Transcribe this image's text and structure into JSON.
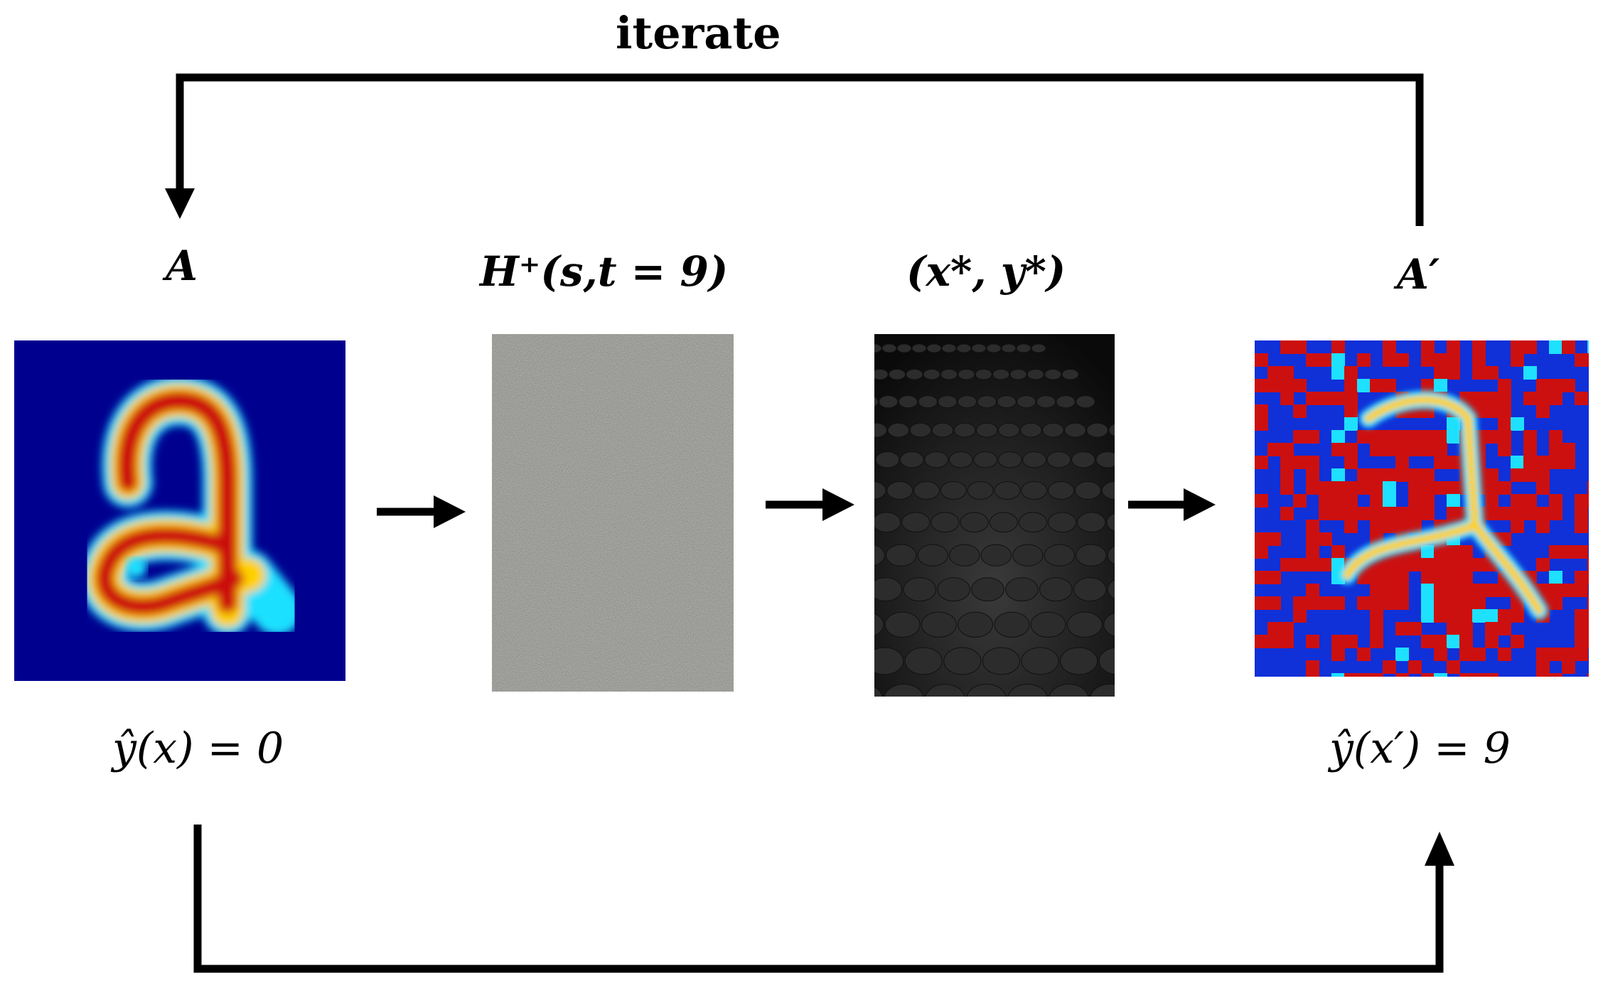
{
  "diagram": {
    "loop_label": "iterate",
    "nodes": [
      {
        "id": "A",
        "label": "A",
        "caption": "ŷ(x) = 0",
        "image": "heatmap-digit-input"
      },
      {
        "id": "H",
        "label": "H⁺(s,t = 9)",
        "caption": "",
        "image": "gray-noise-pattern"
      },
      {
        "id": "xy",
        "label": "(x*, y*)",
        "caption": "",
        "image": "dark-tiled-surface"
      },
      {
        "id": "A_prime",
        "label": "A′",
        "caption": "ŷ(x′) = 9",
        "image": "heatmap-digit-adversarial"
      }
    ],
    "edges": [
      {
        "from": "A",
        "to": "H",
        "type": "arrow"
      },
      {
        "from": "H",
        "to": "xy",
        "type": "arrow"
      },
      {
        "from": "xy",
        "to": "A_prime",
        "type": "arrow"
      },
      {
        "from": "A_prime",
        "to": "A",
        "type": "loop-top",
        "label": "iterate"
      },
      {
        "from": "A",
        "to": "A_prime",
        "type": "loop-bottom"
      }
    ],
    "colors": {
      "heatmap_bg": "#00008f",
      "heatmap_hot": "#cc1010",
      "heatmap_warm": "#ffd000",
      "heatmap_cool": "#00c8ff",
      "noise_gray": "#7a7a72",
      "tile_dark": "#1a1a1a",
      "arrow": "#000000"
    }
  }
}
